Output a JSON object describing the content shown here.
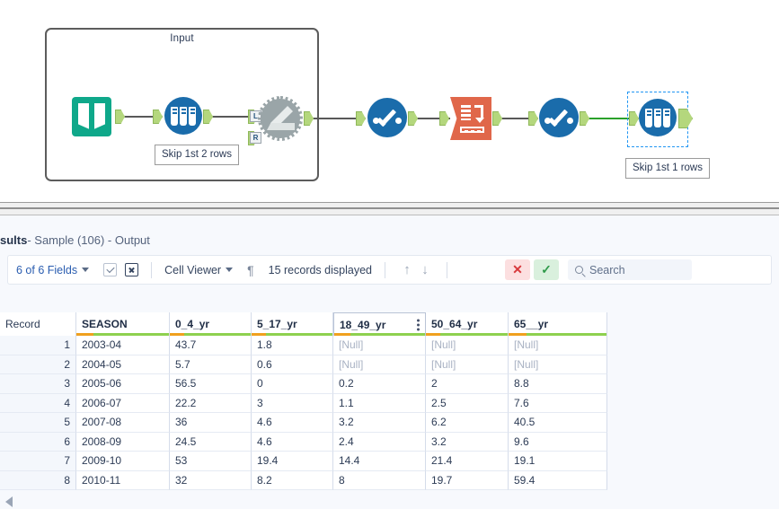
{
  "canvas": {
    "container": {
      "title": "Input"
    },
    "nodes": [
      {
        "name": "input-data-tool",
        "icon": "input-data-icon"
      },
      {
        "name": "select-tool",
        "icon": "test-tubes-icon"
      },
      {
        "name": "join-tool",
        "icon": "join-gear-icon",
        "left_label": "L",
        "right_label": "R"
      },
      {
        "name": "data-cleansing-tool-1",
        "icon": "blue-check-icon"
      },
      {
        "name": "transpose-tool",
        "icon": "transpose-icon"
      },
      {
        "name": "data-cleansing-tool-2",
        "icon": "blue-check-icon"
      },
      {
        "name": "sample-tool-selected",
        "icon": "test-tubes-icon"
      }
    ],
    "annotations": [
      {
        "text": "Skip 1st 2 rows"
      },
      {
        "text": "Skip 1st 1 rows"
      }
    ]
  },
  "results": {
    "header": {
      "title": "sults",
      "subtitle": " - Sample (106) - Output"
    },
    "toolbar": {
      "fields_label": "6 of 6 Fields",
      "select_all_icon": "checkbox-icon",
      "deselect_icon": "deselect-icon",
      "cell_viewer_label": "Cell Viewer",
      "pilcrow_icon": "¶",
      "records_displayed": "15 records displayed",
      "up_arrow": "↑",
      "down_arrow": "↓",
      "cancel_label": "✕",
      "confirm_label": "✓",
      "search_placeholder": "Search"
    },
    "table": {
      "columns": [
        {
          "key": "record",
          "label": "Record",
          "quality": false
        },
        {
          "key": "season",
          "label": "SEASON",
          "quality": true
        },
        {
          "key": "c0_4",
          "label": "0_4_yr",
          "quality": true
        },
        {
          "key": "c5_17",
          "label": "5_17_yr",
          "quality": true
        },
        {
          "key": "c18_49",
          "label": "18_49_yr",
          "quality": true,
          "hovered": true
        },
        {
          "key": "c50_64",
          "label": "50_64_yr",
          "quality": true
        },
        {
          "key": "c65",
          "label": "65__yr",
          "quality": true
        }
      ],
      "rows": [
        {
          "record": "1",
          "season": "2003-04",
          "c0_4": "43.7",
          "c5_17": "1.8",
          "c18_49": "[Null]",
          "c50_64": "[Null]",
          "c65": "[Null]"
        },
        {
          "record": "2",
          "season": "2004-05",
          "c0_4": "5.7",
          "c5_17": "0.6",
          "c18_49": "[Null]",
          "c50_64": "[Null]",
          "c65": "[Null]"
        },
        {
          "record": "3",
          "season": "2005-06",
          "c0_4": "56.5",
          "c5_17": "0",
          "c18_49": "0.2",
          "c50_64": "2",
          "c65": "8.8"
        },
        {
          "record": "4",
          "season": "2006-07",
          "c0_4": "22.2",
          "c5_17": "3",
          "c18_49": "1.1",
          "c50_64": "2.5",
          "c65": "7.6"
        },
        {
          "record": "5",
          "season": "2007-08",
          "c0_4": "36",
          "c5_17": "4.6",
          "c18_49": "3.2",
          "c50_64": "6.2",
          "c65": "40.5"
        },
        {
          "record": "6",
          "season": "2008-09",
          "c0_4": "24.5",
          "c5_17": "4.6",
          "c18_49": "2.4",
          "c50_64": "3.2",
          "c65": "9.6"
        },
        {
          "record": "7",
          "season": "2009-10",
          "c0_4": "53",
          "c5_17": "19.4",
          "c18_49": "14.4",
          "c50_64": "21.4",
          "c65": "19.1"
        },
        {
          "record": "8",
          "season": "2010-11",
          "c0_4": "32",
          "c5_17": "8.2",
          "c18_49": "8",
          "c50_64": "19.7",
          "c65": "59.4"
        }
      ],
      "null_token": "[Null]"
    }
  },
  "colors": {
    "alteryx_blue": "#1a6cab",
    "input_teal": "#0fa88a",
    "transpose_orange": "#e0674a",
    "quality_green": "#8ed14f",
    "quality_warn": "#f0a01e",
    "selection_blue": "#2196f3",
    "connector_green": "#2aa12a"
  }
}
